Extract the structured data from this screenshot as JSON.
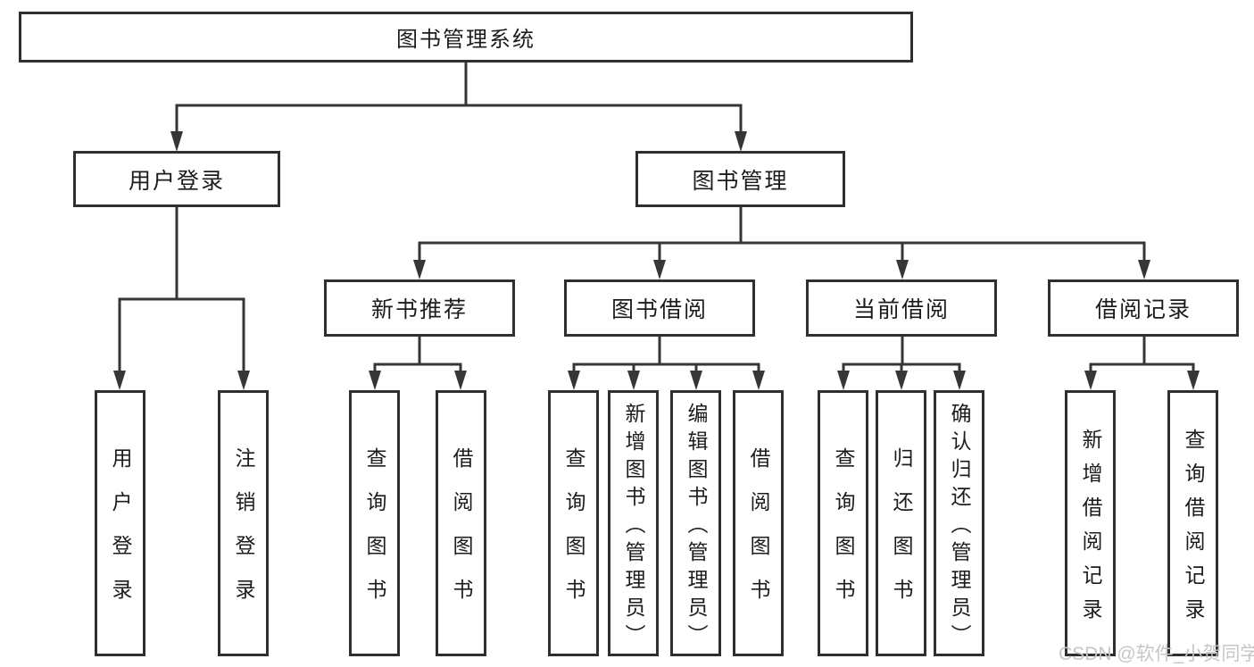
{
  "diagram": {
    "type": "hierarchy-tree",
    "root": {
      "label": "图书管理系统"
    },
    "level2": [
      {
        "label": "用户登录"
      },
      {
        "label": "图书管理"
      }
    ],
    "level3": [
      {
        "label": "新书推荐",
        "parent": "图书管理"
      },
      {
        "label": "图书借阅",
        "parent": "图书管理"
      },
      {
        "label": "当前借阅",
        "parent": "图书管理"
      },
      {
        "label": "借阅记录",
        "parent": "图书管理"
      }
    ],
    "leaves": [
      {
        "label": "用户登录",
        "parent": "用户登录"
      },
      {
        "label": "注销登录",
        "parent": "用户登录"
      },
      {
        "label": "查询图书",
        "parent": "新书推荐"
      },
      {
        "label": "借阅图书",
        "parent": "新书推荐"
      },
      {
        "label": "查询图书",
        "parent": "图书借阅"
      },
      {
        "label": "新增图书（管理员）",
        "parent": "图书借阅"
      },
      {
        "label": "编辑图书（管理员）",
        "parent": "图书借阅"
      },
      {
        "label": "借阅图书",
        "parent": "图书借阅"
      },
      {
        "label": "查询图书",
        "parent": "当前借阅"
      },
      {
        "label": "归还图书",
        "parent": "当前借阅"
      },
      {
        "label": "确认归还（管理员）",
        "parent": "当前借阅"
      },
      {
        "label": "新增借阅记录",
        "parent": "借阅记录"
      },
      {
        "label": "查询借阅记录",
        "parent": "借阅记录"
      }
    ]
  },
  "watermark": {
    "text": "CSDN @软件_小贺同学",
    "color": "#c6c6c6"
  },
  "colors": {
    "line": "#363636",
    "box_border": "#2f2f2f",
    "text": "#1c1c1c",
    "background": "#ffffff"
  }
}
